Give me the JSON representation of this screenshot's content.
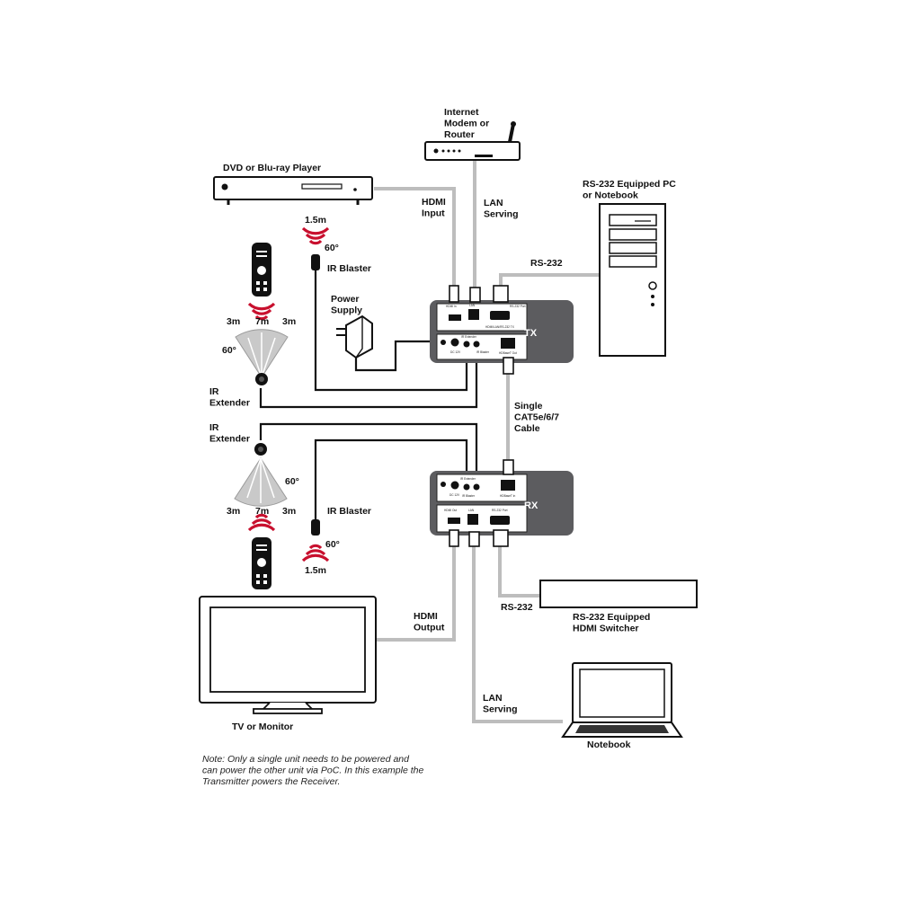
{
  "devices": {
    "router": "Internet\nModem or\nRouter",
    "dvd": "DVD or Blu-ray Player",
    "pc": "RS-232 Equipped PC\nor Notebook",
    "power": "Power\nSupply",
    "tv": "TV or Monitor",
    "switcher": "RS-232 Equipped\nHDMI Switcher",
    "notebook": "Notebook"
  },
  "units": {
    "tx": "TX",
    "rx": "RX"
  },
  "cables": {
    "hdmi_in": "HDMI\nInput",
    "lan_top": "LAN\nServing",
    "rs232_top": "RS-232",
    "cat": "Single\nCAT5e/6/7\nCable",
    "hdmi_out": "HDMI\nOutput",
    "rs232_bottom": "RS-232",
    "lan_bottom": "LAN\nServing"
  },
  "ir": {
    "blaster_top": "IR Blaster",
    "blaster_bottom": "IR Blaster",
    "extender_top": "IR\nExtender",
    "extender_bottom": "IR\nExtender",
    "blaster_dist_top": "1.5m",
    "blaster_angle_top": "60°",
    "blaster_dist_bottom": "1.5m",
    "blaster_angle_bottom": "60°",
    "ext_left_top": "3m",
    "ext_mid_top": "7m",
    "ext_right_top": "3m",
    "ext_angle_top": "60°",
    "ext_left_bottom": "3m",
    "ext_mid_bottom": "7m",
    "ext_right_bottom": "3m",
    "ext_angle_bottom": "60°"
  },
  "panel_labels": {
    "tx_hdmi": "HDMI In",
    "tx_lan": "LAN",
    "tx_rs232": "RS-232 Port",
    "tx_model": "HDMI/LAN/RS-232 TX",
    "tx_power": "DC 12V",
    "tx_ir_ext": "IR Extender",
    "tx_ir_bl": "IR Blaster",
    "tx_hdbt": "HDBaseT Out",
    "rx_power": "DC 12V",
    "rx_ir_ext": "IR Extender",
    "rx_ir_bl": "IR Blaster",
    "rx_hdbt": "HDBaseT In",
    "rx_hdmi": "HDMI Out",
    "rx_lan": "LAN",
    "rx_rs232": "RS-232 Port"
  },
  "note": "Note: Only a single unit needs to be powered and\ncan power the other unit via PoC. In this example the\nTransmitter powers the Receiver.",
  "colors": {
    "unit_fill": "#5c5c5f",
    "ir_red": "#c8102e",
    "cable_grey": "#bdbdbd"
  }
}
